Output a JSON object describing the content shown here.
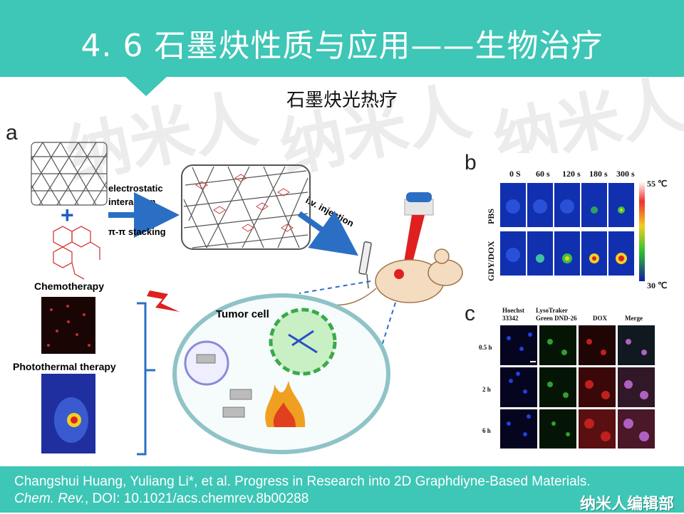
{
  "slide": {
    "title": "4. 6  石墨炔性质与应用——生物治疗",
    "subtitle": "石墨炔光热疗",
    "watermark": "纳米人",
    "footer": {
      "line1": "Changshui Huang, Yuliang Li*, et al. Progress in Research into 2D Graphdiyne-Based Materials.",
      "journal": "Chem. Rev.",
      "doi": ", DOI: 10.1021/acs.chemrev.8b00288",
      "brand": "纳米人编辑部"
    }
  },
  "figure_a": {
    "letter": "a",
    "plus": "+",
    "arrow_text": [
      "electrostatic",
      "interaction",
      "π-π stacking"
    ],
    "injection": "i.v. injection",
    "chemotherapy": "Chemotherapy",
    "photothermal": "Photothermal therapy",
    "tumor": "Tumor cell"
  },
  "figure_b": {
    "letter": "b",
    "times": [
      "0 S",
      "60 s",
      "120 s",
      "180 s",
      "300 s"
    ],
    "rows": [
      "PBS",
      "GDY/DOX"
    ],
    "scale_max": "55 ℃",
    "scale_min": "30 ℃"
  },
  "figure_c": {
    "letter": "c",
    "cols": [
      "Hoechst\n33342",
      "LysoTraker\nGreen DND-26",
      "DOX",
      "Merge"
    ],
    "rows": [
      "0.5 h",
      "2 h",
      "6 h"
    ]
  },
  "colors": {
    "accent": "#3ec6b6"
  }
}
